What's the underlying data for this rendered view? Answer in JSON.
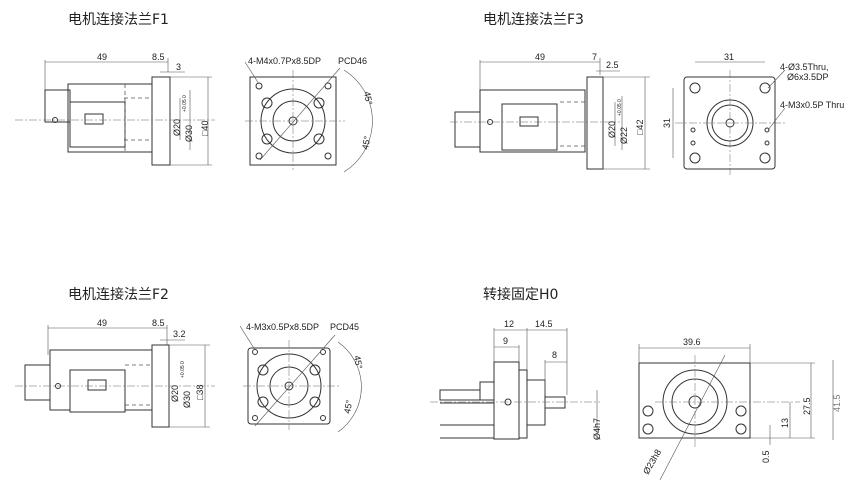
{
  "panels": {
    "f1": {
      "title": "电机连接法兰F1",
      "dims": {
        "length": "49",
        "flange": "8.5",
        "step": "3",
        "d1": "Ø20",
        "d2": "Ø30",
        "tol": "+0.05 0",
        "square": "□40"
      },
      "front": {
        "holes": "4-M4x0.7Px8.5DP",
        "pcd": "PCD46",
        "angle1": "45°",
        "angle2": "45°"
      }
    },
    "f3": {
      "title": "电机连接法兰F3",
      "dims": {
        "length": "49",
        "flange": "7",
        "step": "2.5",
        "d1": "Ø20",
        "d2": "Ø22",
        "tol": "+0.05 0",
        "square": "□42"
      },
      "front": {
        "width": "31",
        "height": "31",
        "holes_a": "4-Ø3.5Thru,",
        "holes_b": "Ø6x3.5DP",
        "holes_c": "4-M3x0.5P Thru"
      }
    },
    "f2": {
      "title": "电机连接法兰F2",
      "dims": {
        "length": "49",
        "flange": "8.5",
        "step": "3.2",
        "d1": "Ø20",
        "d2": "Ø30",
        "tol": "+0.05 0",
        "square": "□38"
      },
      "front": {
        "holes": "4-M3x0.5Px8.5DP",
        "pcd": "PCD45",
        "angle1": "45°",
        "angle2": "45°"
      }
    },
    "h0": {
      "title": "转接固定H0",
      "dims": {
        "a": "12",
        "b": "14.5",
        "c": "9",
        "d": "8",
        "shaft": "Ø4h7"
      },
      "front": {
        "width": "39.6",
        "h1": "27.5",
        "h2": "13",
        "h3": "0.5",
        "bore": "Ø23h8",
        "total": "41.5"
      }
    }
  }
}
